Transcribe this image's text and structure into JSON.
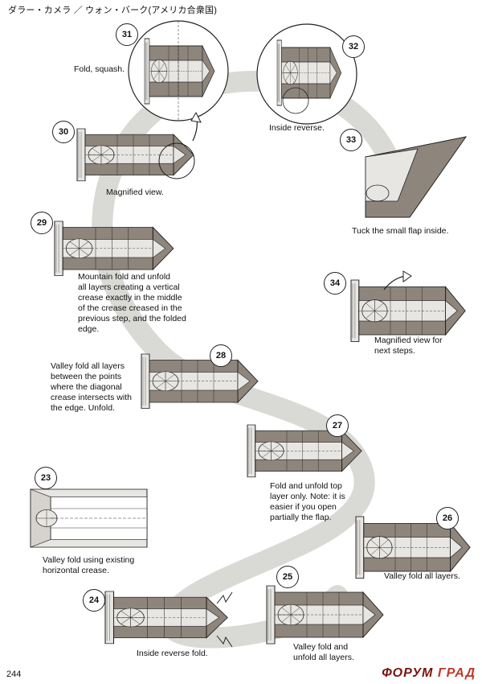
{
  "header": {
    "title": "ダラー・カメラ ／ ウォン・バーク(アメリカ合衆国)"
  },
  "page_number": "244",
  "watermark": {
    "word1": "ФОРУМ",
    "word2": "ГРАД"
  },
  "colors": {
    "path_band": "#d9d9d5",
    "paper_dark": "#8e857c",
    "paper_light": "#e8e6e2",
    "ink": "#222222"
  },
  "steps": [
    {
      "num": "31",
      "caption": "Fold, squash."
    },
    {
      "num": "32",
      "caption": "Inside reverse."
    },
    {
      "num": "30",
      "caption": "Magnified view."
    },
    {
      "num": "33",
      "caption": "Tuck the small flap inside."
    },
    {
      "num": "29",
      "caption": "Mountain fold and unfold\nall layers creating a vertical\ncrease exactly in the middle\nof the crease creased in the\nprevious step, and the folded\nedge."
    },
    {
      "num": "34",
      "caption": "Magnified view for\nnext steps."
    },
    {
      "num": "28",
      "caption": "Valley fold all layers\nbetween the points\nwhere the diagonal\ncrease intersects with\nthe edge. Unfold."
    },
    {
      "num": "27",
      "caption": "Fold and unfold top\nlayer only.  Note: it is\neasier if you open\npartially the flap."
    },
    {
      "num": "23",
      "caption": "Valley fold using existing\nhorizontal crease."
    },
    {
      "num": "26",
      "caption": "Valley fold all layers."
    },
    {
      "num": "24",
      "caption": "Inside reverse fold."
    },
    {
      "num": "25",
      "caption": "Valley fold and\nunfold all layers."
    }
  ]
}
